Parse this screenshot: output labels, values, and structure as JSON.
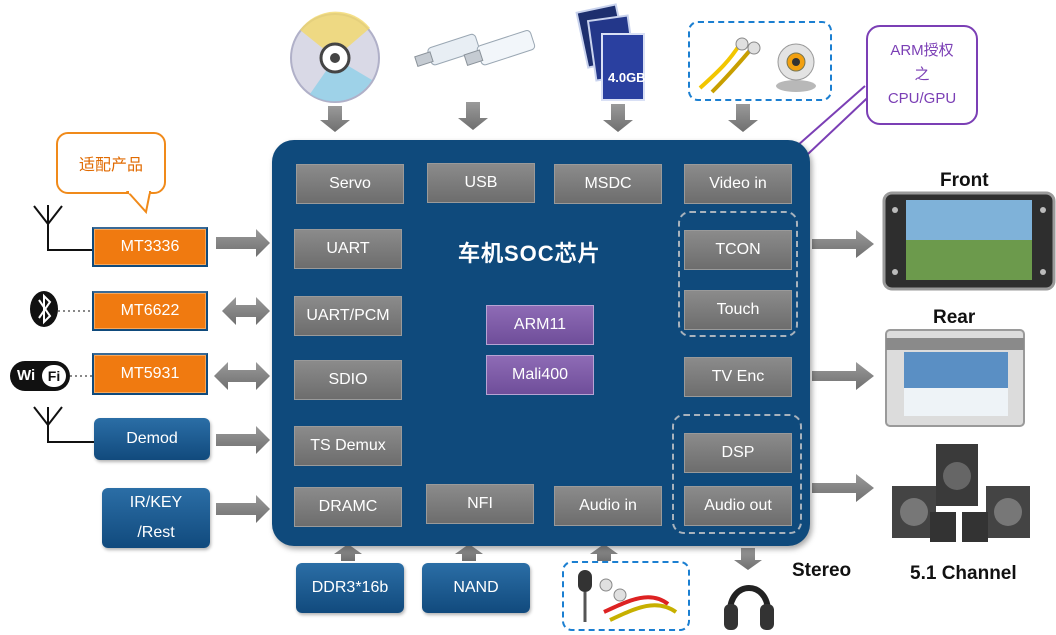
{
  "soc": {
    "title": "车机SOC芯片",
    "blocks": {
      "servo": "Servo",
      "usb": "USB",
      "msdc": "MSDC",
      "video_in": "Video in",
      "uart": "UART",
      "uart_pcm": "UART/PCM",
      "sdio": "SDIO",
      "ts_demux": "TS Demux",
      "dramc": "DRAMC",
      "nfi": "NFI",
      "audio_in": "Audio in",
      "tcon": "TCON",
      "touch": "Touch",
      "tv_enc": "TV Enc",
      "dsp": "DSP",
      "audio_out": "Audio out",
      "arm11": "ARM11",
      "mali400": "Mali400"
    }
  },
  "left": {
    "mt3336": "MT3336",
    "mt6622": "MT6622",
    "mt5931": "MT5931",
    "demod": "Demod",
    "irkey_line1": "IR/KEY",
    "irkey_line2": "/Rest"
  },
  "bottom": {
    "ddr": "DDR3*16b",
    "nand": "NAND"
  },
  "callouts": {
    "product": "适配产品",
    "arm_line1": "ARM授权",
    "arm_line2": "之",
    "arm_line3": "CPU/GPU"
  },
  "wifi": {
    "wi": "Wi",
    "fi": "Fi"
  },
  "sd_card_label": "4.0GB",
  "labels": {
    "front": "Front",
    "rear": "Rear",
    "stereo": "Stereo",
    "channel": "5.1 Channel"
  }
}
